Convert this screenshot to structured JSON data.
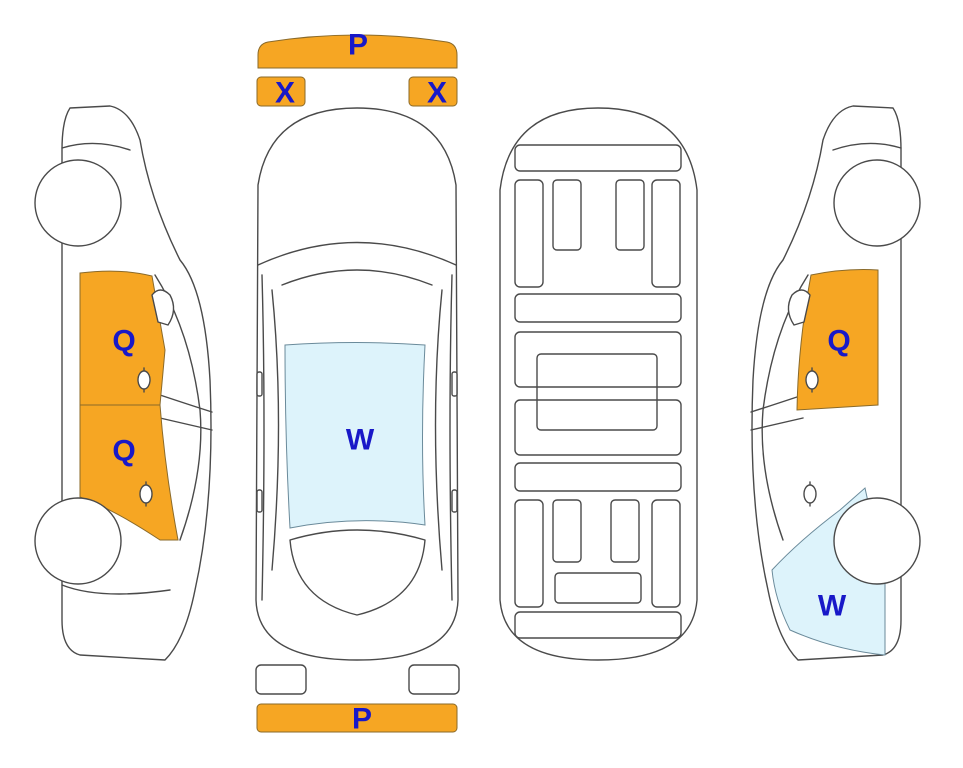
{
  "colors": {
    "damage_fill": "#f6a623",
    "glass_fill": "#ddf3fb",
    "label_text": "#1818c8",
    "outline": "#4a4a4a"
  },
  "labels": {
    "front_bumper": "P",
    "rear_bumper": "P",
    "left_headlight": "X",
    "right_headlight": "X",
    "left_front_door": "Q",
    "left_rear_door": "Q",
    "windshield": "W",
    "right_front_door": "Q",
    "right_rear_quarter": "W"
  }
}
